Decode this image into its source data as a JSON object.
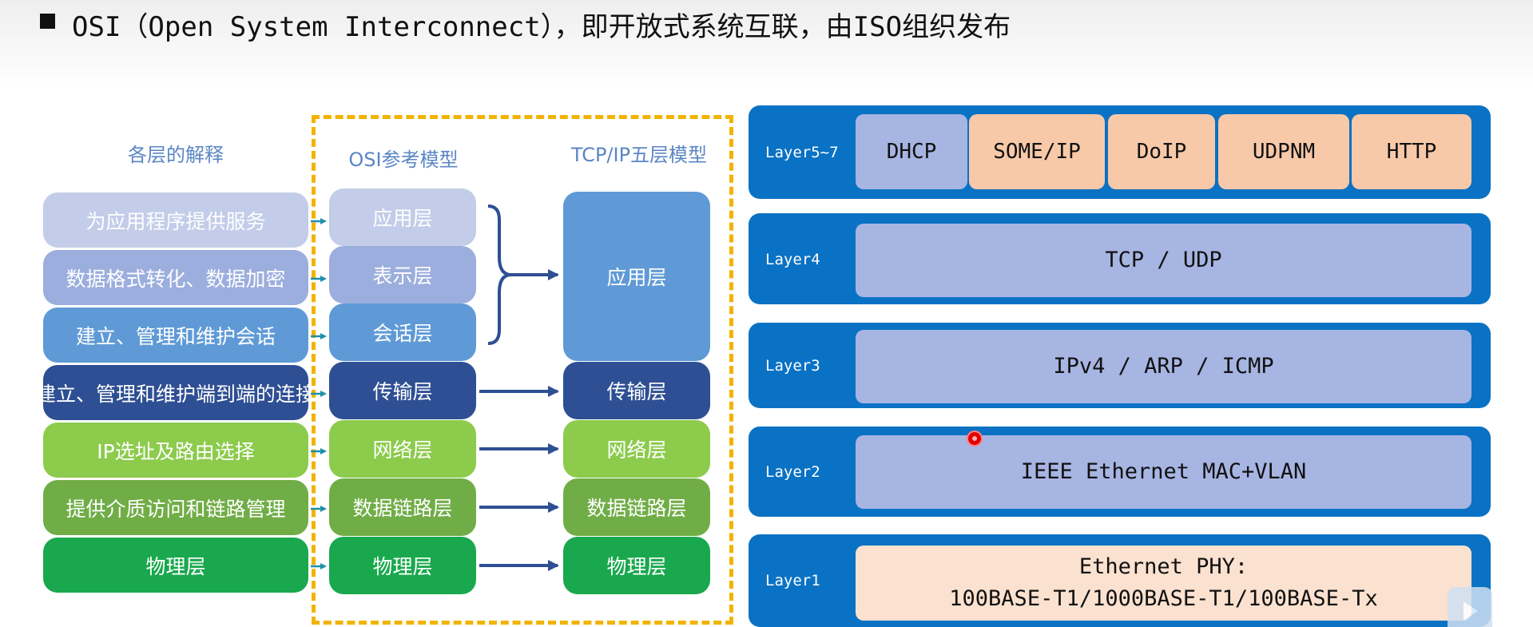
{
  "title": "OSI（Open System Interconnect），即开放式系统互联，由ISO组织发布",
  "left_diagram": {
    "headers": {
      "explain": "各层的解释",
      "osi": "OSI参考模型",
      "tcpip": "TCP/IP五层模型"
    },
    "explanations": [
      "为应用程序提供服务",
      "数据格式转化、数据加密",
      "建立、管理和维护会话",
      "建立、管理和维护端到端的连接",
      "IP选址及路由选择",
      "提供介质访问和链路管理",
      "物理层"
    ],
    "osi_layers": [
      "应用层",
      "表示层",
      "会话层",
      "传输层",
      "网络层",
      "数据链路层",
      "物理层"
    ],
    "tcpip_layers": [
      "应用层",
      "传输层",
      "网络层",
      "数据链路层",
      "物理层"
    ]
  },
  "right_diagram": {
    "layers": [
      {
        "label": "Layer5~7",
        "protocols": [
          "DHCP",
          "SOME/IP",
          "DoIP",
          "UDPNM",
          "HTTP"
        ]
      },
      {
        "label": "Layer4",
        "protocols": [
          "TCP / UDP"
        ]
      },
      {
        "label": "Layer3",
        "protocols": [
          "IPv4 / ARP / ICMP"
        ]
      },
      {
        "label": "Layer2",
        "protocols": [
          "IEEE Ethernet MAC+VLAN"
        ]
      },
      {
        "label": "Layer1",
        "protocols": [
          "Ethernet PHY:",
          "100BASE-T1/1000BASE-T1/100BASE-Tx"
        ]
      }
    ]
  },
  "colors": {
    "layer_band": "#0a72c4",
    "dash_border": "#f2b300",
    "header_text": "#5a86c4"
  }
}
